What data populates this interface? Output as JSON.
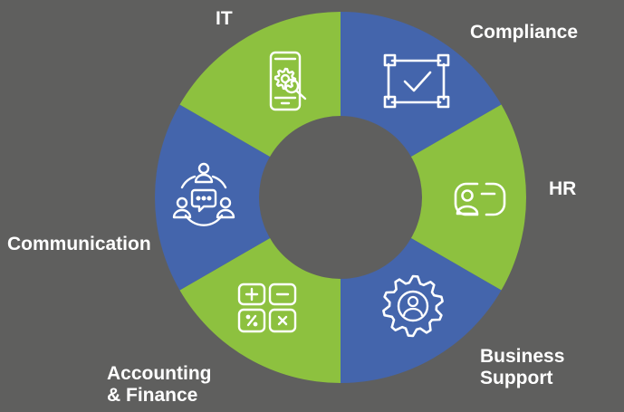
{
  "colors": {
    "background": "#5f5f5e",
    "green": "#8dc13f",
    "blue": "#4465ac",
    "hole": "#5f5f5e",
    "icon_stroke": "#ffffff",
    "text": "#ffffff"
  },
  "segments": [
    {
      "label": "Compliance",
      "color": "blue",
      "icon": "checkbox-frame-icon"
    },
    {
      "label": "HR",
      "color": "green",
      "icon": "id-card-icon"
    },
    {
      "label": "Business Support",
      "color": "blue",
      "icon": "gear-user-icon"
    },
    {
      "label": "Accounting & Finance",
      "color": "green",
      "icon": "calculator-icon"
    },
    {
      "label": "Communication",
      "color": "blue",
      "icon": "team-chat-icon"
    },
    {
      "label": "IT",
      "color": "green",
      "icon": "phone-settings-icon"
    }
  ],
  "labels": {
    "it": "IT",
    "compliance": "Compliance",
    "hr": "HR",
    "business_line1": "Business",
    "business_line2": "Support",
    "accounting_line1": "Accounting",
    "accounting_line2": "& Finance",
    "communication": "Communication"
  }
}
